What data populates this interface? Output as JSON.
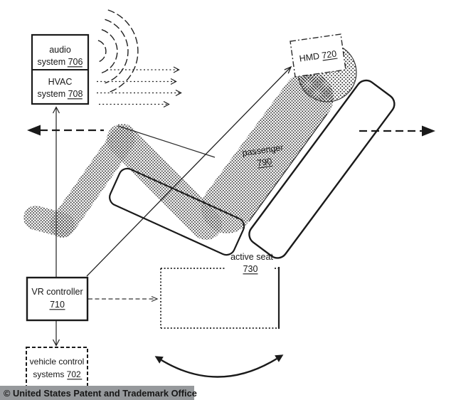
{
  "figure": {
    "components": {
      "audio_system": {
        "line1": "audio",
        "line2": "system 706"
      },
      "hvac_system": {
        "line1": "HVAC",
        "line2": "system 708"
      },
      "hmd": {
        "label": "HMD 720"
      },
      "passenger": {
        "line1": "passenger",
        "line2": "790"
      },
      "active_seat": {
        "line1": "active seat",
        "line2": "730"
      },
      "vr_controller": {
        "line1": "VR controller",
        "line2": "710"
      },
      "vehicle_control": {
        "line1": "vehicle control",
        "line2": "systems 702"
      }
    },
    "graphics": {
      "sound_waves": "concentric-arcs-icon",
      "airflow": "dotted-right-arrows-icon",
      "vehicle_motion_left": "dashed-left-arrow-icon",
      "vehicle_motion_right": "dashed-right-arrow-icon",
      "seat_tilt": "curved-double-arrow-icon",
      "passenger_fill": "stipple-dot-pattern",
      "connections": [
        "vr-controller-to-hvac-audio",
        "vr-controller-to-hmd",
        "vr-controller-to-active-seat",
        "vr-controller-to-vehicle-control-systems"
      ]
    }
  },
  "watermark": {
    "text": "© United States Patent and Trademark Office"
  },
  "colors": {
    "line": "#1a1a1a",
    "background": "#ffffff",
    "watermark_bg": "#96999c",
    "watermark_text": "#ffffff"
  }
}
